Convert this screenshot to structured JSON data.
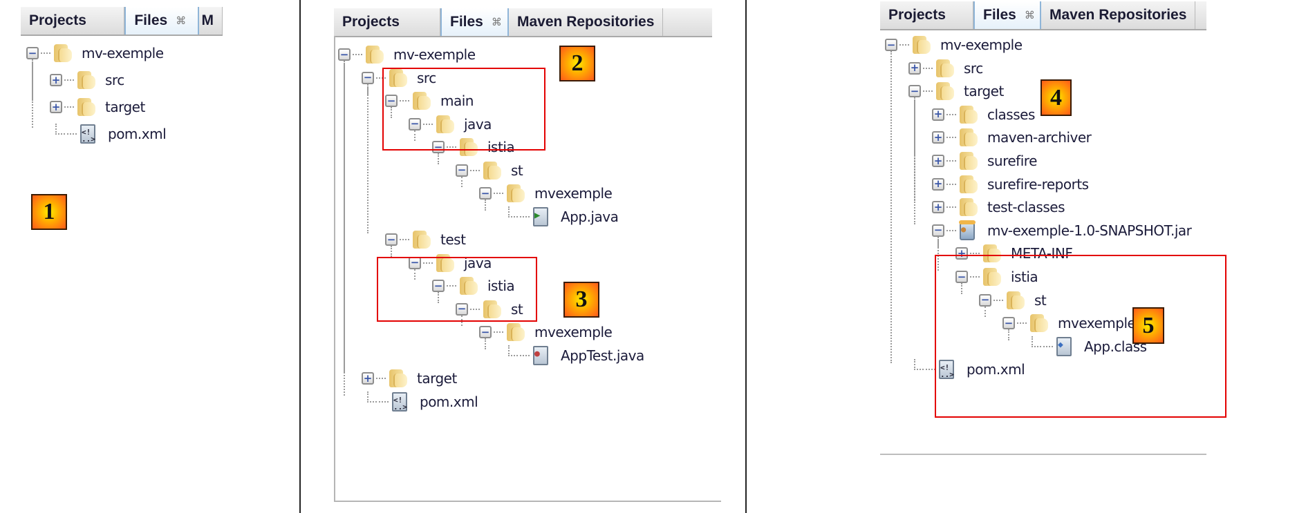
{
  "tabs": {
    "projects": "Projects",
    "files": "Files",
    "files_close_icon": "✕",
    "maven_short": "M",
    "maven": "Maven Repositories"
  },
  "colors": {
    "red_box": "#e30000",
    "badge_center": "#ffee00",
    "badge_edge": "#ff5a1a",
    "active_tab": "#e6f1fa"
  },
  "panel1": {
    "badge": "1",
    "tree": [
      {
        "label": "mv-exemple",
        "icon": "folder-icon",
        "toggle": "collapse",
        "depth": 0
      },
      {
        "label": "src",
        "icon": "folder-icon",
        "toggle": "expand",
        "depth": 1
      },
      {
        "label": "target",
        "icon": "folder-icon",
        "toggle": "expand",
        "depth": 1
      },
      {
        "label": "pom.xml",
        "icon": "xml-file-icon",
        "toggle": "none",
        "depth": 1
      }
    ]
  },
  "panel2": {
    "badges": [
      "2",
      "3"
    ],
    "tree": [
      {
        "label": "mv-exemple",
        "icon": "folder-icon",
        "toggle": "collapse",
        "depth": 0
      },
      {
        "label": "src",
        "icon": "folder-icon",
        "toggle": "collapse",
        "depth": 1
      },
      {
        "label": "main",
        "icon": "folder-icon",
        "toggle": "collapse",
        "depth": 2
      },
      {
        "label": "java",
        "icon": "folder-icon",
        "toggle": "collapse",
        "depth": 3
      },
      {
        "label": "istia",
        "icon": "folder-icon",
        "toggle": "collapse",
        "depth": 4
      },
      {
        "label": "st",
        "icon": "folder-icon",
        "toggle": "collapse",
        "depth": 5
      },
      {
        "label": "mvexemple",
        "icon": "folder-icon",
        "toggle": "collapse",
        "depth": 6
      },
      {
        "label": "App.java",
        "icon": "java-main-file-icon",
        "toggle": "none",
        "depth": 7
      },
      {
        "label": "test",
        "icon": "folder-icon",
        "toggle": "collapse",
        "depth": 2
      },
      {
        "label": "java",
        "icon": "folder-icon",
        "toggle": "collapse",
        "depth": 3
      },
      {
        "label": "istia",
        "icon": "folder-icon",
        "toggle": "collapse",
        "depth": 4
      },
      {
        "label": "st",
        "icon": "folder-icon",
        "toggle": "collapse",
        "depth": 5
      },
      {
        "label": "mvexemple",
        "icon": "folder-icon",
        "toggle": "collapse",
        "depth": 6
      },
      {
        "label": "AppTest.java",
        "icon": "java-test-file-icon",
        "toggle": "none",
        "depth": 7
      },
      {
        "label": "target",
        "icon": "folder-icon",
        "toggle": "expand",
        "depth": 1
      },
      {
        "label": "pom.xml",
        "icon": "xml-file-icon",
        "toggle": "none",
        "depth": 1
      }
    ]
  },
  "panel3": {
    "badges": [
      "4",
      "5"
    ],
    "tree": [
      {
        "label": "mv-exemple",
        "icon": "folder-icon",
        "toggle": "collapse",
        "depth": 0
      },
      {
        "label": "src",
        "icon": "folder-icon",
        "toggle": "expand",
        "depth": 1
      },
      {
        "label": "target",
        "icon": "folder-icon",
        "toggle": "collapse",
        "depth": 1
      },
      {
        "label": "classes",
        "icon": "folder-icon",
        "toggle": "expand",
        "depth": 2
      },
      {
        "label": "maven-archiver",
        "icon": "folder-icon",
        "toggle": "expand",
        "depth": 2
      },
      {
        "label": "surefire",
        "icon": "folder-icon",
        "toggle": "expand",
        "depth": 2
      },
      {
        "label": "surefire-reports",
        "icon": "folder-icon",
        "toggle": "expand",
        "depth": 2
      },
      {
        "label": "test-classes",
        "icon": "folder-icon",
        "toggle": "expand",
        "depth": 2
      },
      {
        "label": "mv-exemple-1.0-SNAPSHOT.jar",
        "icon": "jar-icon",
        "toggle": "collapse",
        "depth": 2
      },
      {
        "label": "META-INF",
        "icon": "folder-icon",
        "toggle": "expand",
        "depth": 3
      },
      {
        "label": "istia",
        "icon": "folder-icon",
        "toggle": "collapse",
        "depth": 3
      },
      {
        "label": "st",
        "icon": "folder-icon",
        "toggle": "collapse",
        "depth": 4
      },
      {
        "label": "mvexemple",
        "icon": "folder-icon",
        "toggle": "collapse",
        "depth": 5
      },
      {
        "label": "App.class",
        "icon": "class-file-icon",
        "toggle": "none",
        "depth": 6
      },
      {
        "label": "pom.xml",
        "icon": "xml-file-icon",
        "toggle": "none",
        "depth": 1
      }
    ]
  }
}
